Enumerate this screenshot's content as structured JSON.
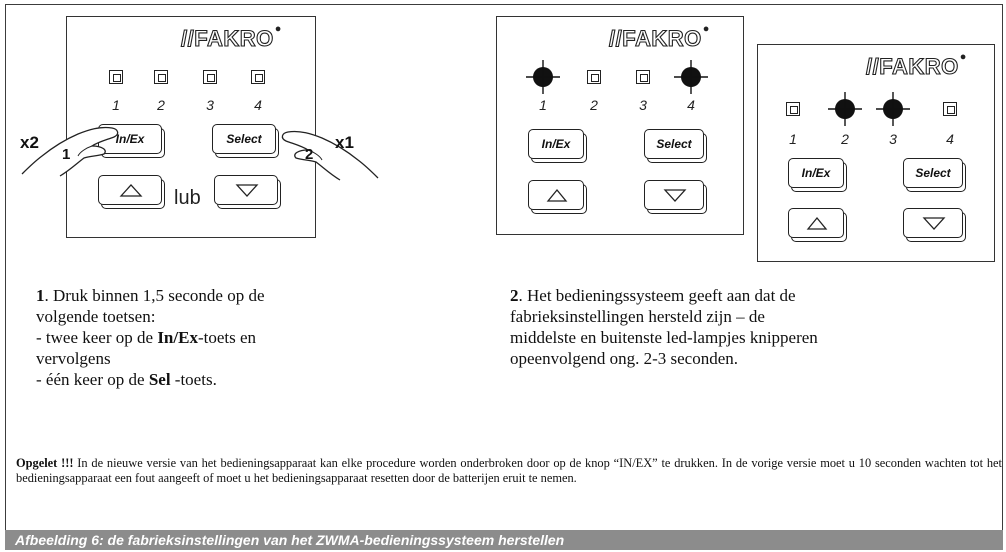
{
  "brand": "FAKRO",
  "leds": [
    "1",
    "2",
    "3",
    "4"
  ],
  "buttons": {
    "in_ex": "In/Ex",
    "select": "Select"
  },
  "left_panel": {
    "press_count_left": "x2",
    "press_count_right": "x1",
    "step_left": "1",
    "step_right": "2",
    "or_label": "lub"
  },
  "blinking_leds": {
    "panel_a": [
      "1",
      "4"
    ],
    "panel_b": [
      "2",
      "3"
    ]
  },
  "caption1": {
    "num": "1",
    "text1": ". Druk binnen 1,5 seconde op de",
    "text2": "volgende toetsen:",
    "text3a": " - twee keer op de ",
    "text3b": "In/Ex",
    "text3c": "-toets en",
    "text4": "vervolgens",
    "text5a": " - één keer op de ",
    "text5b": "Sel",
    "text5c": " -toets."
  },
  "caption2": {
    "num": "2",
    "line1": ". Het bedieningssysteem geeft aan dat de",
    "line2": "fabrieksinstellingen hersteld zijn – de",
    "line3": "middelste en buitenste led-lampjes knipperen",
    "line4": "opeenvolgend ong. 2-3 seconden."
  },
  "note": {
    "bold": "Opgelet !!!",
    "text": " In de nieuwe versie van het bedieningsapparaat kan elke procedure worden onderbroken door op de knop “IN/EX” te drukken. In de vorige versie moet u 10 seconden wachten tot het bedieningsapparaat een fout aangeeft of moet u het bedieningsapparaat resetten door de batterijen eruit te nemen."
  },
  "figure_caption": "Afbeelding 6: de fabrieksinstellingen van het ZWMA-bedieningssysteem herstellen"
}
